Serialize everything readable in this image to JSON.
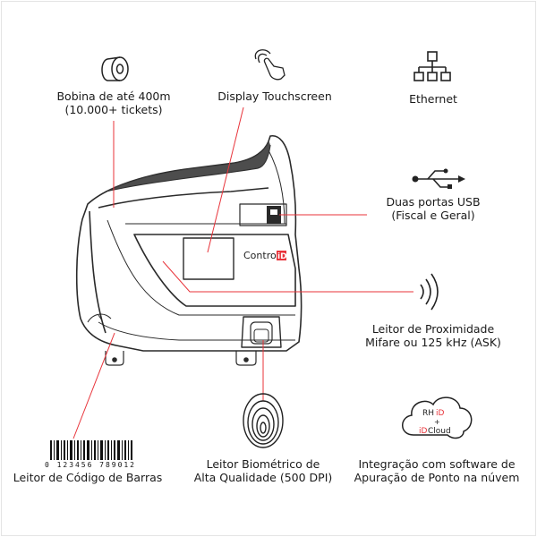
{
  "labels": {
    "bobina_line1": "Bobina de até 400m",
    "bobina_line2": "(10.000+ tickets)",
    "display": "Display Touchscreen",
    "ethernet": "Ethernet",
    "usb_line1": "Duas portas USB",
    "usb_line2": "(Fiscal e Geral)",
    "proximity_line1": "Leitor de Proximidade",
    "proximity_line2": "Mifare ou 125 kHz (ASK)",
    "barcode": "Leitor de Código de Barras",
    "biometric_line1": "Leitor Biométrico de",
    "biometric_line2": "Alta Qualidade (500 DPI)",
    "integration_line1": "Integração com software de",
    "integration_line2": "Apuração de Ponto na núvem"
  },
  "device": {
    "brand_text": "Control",
    "brand_suffix": "iD"
  },
  "barcode": {
    "digits": "0 123456 789012"
  },
  "cloud": {
    "line1_a": "RH",
    "line1_b": "iD",
    "plus": "+",
    "line2_a": "iD",
    "line2_b": "Cloud"
  },
  "colors": {
    "leader": "#e8333a",
    "device_stroke": "#2a2a2a",
    "brand_accent": "#e8333a"
  }
}
